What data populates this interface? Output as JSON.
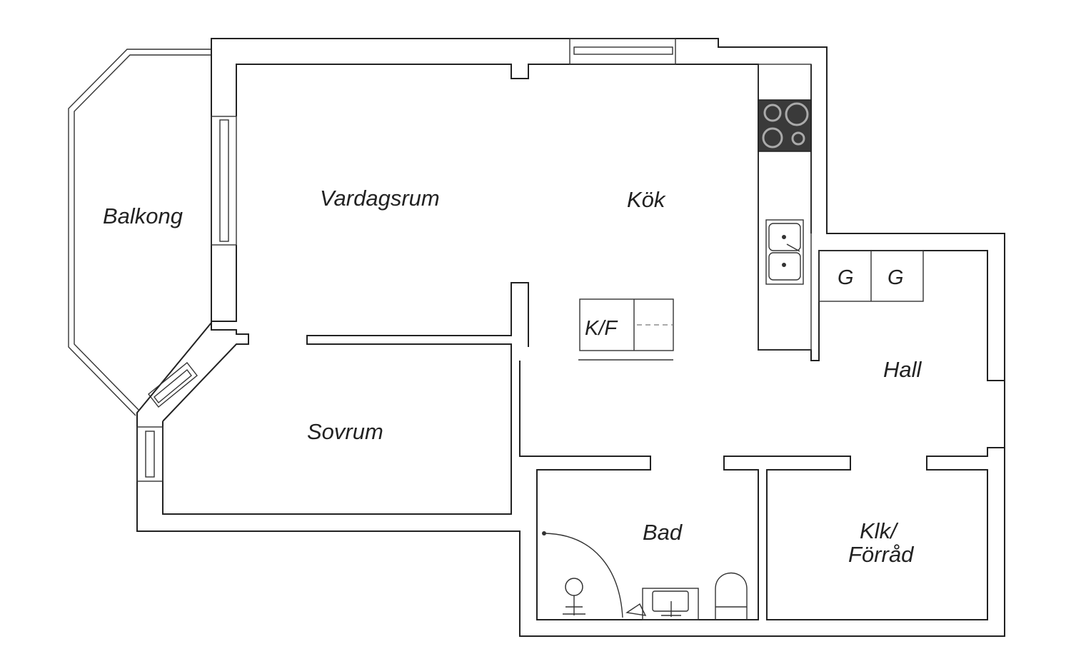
{
  "rooms": {
    "balkong": "Balkong",
    "vardagsrum": "Vardagsrum",
    "kok": "Kök",
    "sovrum": "Sovrum",
    "hall": "Hall",
    "bad": "Bad",
    "klk_line1": "Klk/",
    "klk_line2": "Förråd"
  },
  "fixtures": {
    "fridge_freezer": "K/F",
    "wardrobe_1": "G",
    "wardrobe_2": "G"
  },
  "icons": [
    "stove-icon",
    "sink-icon",
    "toilet-icon",
    "shower-icon",
    "washbasin-icon"
  ]
}
